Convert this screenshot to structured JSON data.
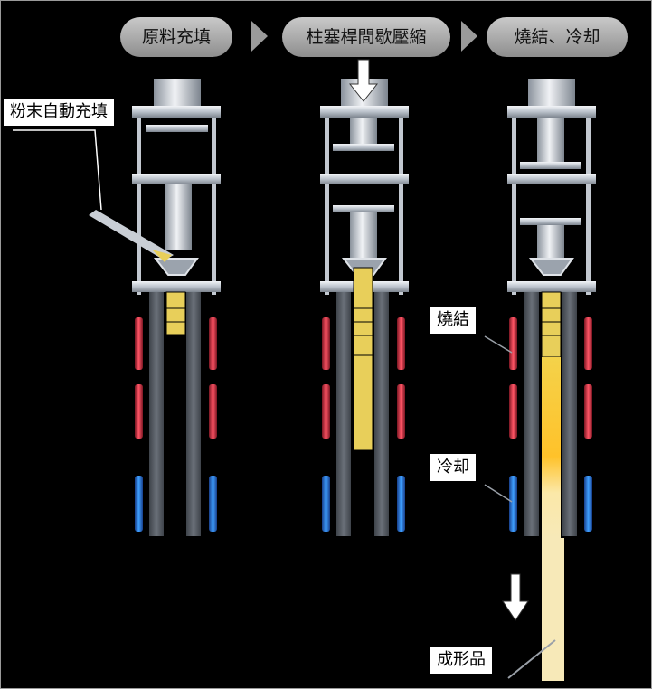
{
  "steps": [
    "原料充填",
    "柱塞桿間歇壓縮",
    "燒結、冷却"
  ],
  "labels": {
    "powder_feed": "粉末自動充填",
    "sintering": "燒結",
    "cooling": "冷却",
    "product": "成形品"
  },
  "colors": {
    "background": "#000000",
    "step_pill": "#b0b0b0",
    "powder": "#e8cf5a",
    "heater": "#e83a4a",
    "cooler": "#2d7fd8",
    "die": "#5a6068",
    "frame_metal": "#c8ced6"
  }
}
